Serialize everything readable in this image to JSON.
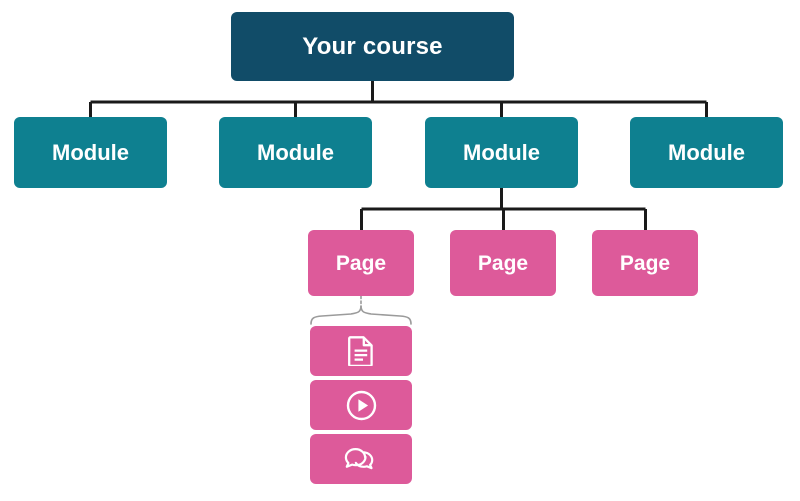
{
  "diagram": {
    "title": "Course structure hierarchy",
    "type": "tree",
    "background_color": "#ffffff",
    "connector_color": "#1A1A1A",
    "levels": [
      {
        "name": "course",
        "color": "#114C68",
        "nodes": [
          {
            "label": "Your course"
          }
        ]
      },
      {
        "name": "modules",
        "color": "#0E8090",
        "nodes": [
          {
            "label": "Module"
          },
          {
            "label": "Module"
          },
          {
            "label": "Module"
          },
          {
            "label": "Module"
          }
        ]
      },
      {
        "name": "pages",
        "color": "#DD5A9A",
        "nodes": [
          {
            "label": "Page"
          },
          {
            "label": "Page"
          },
          {
            "label": "Page"
          }
        ]
      },
      {
        "name": "content_items",
        "color": "#DD5A9A",
        "nodes": [
          {
            "icon": "document-icon",
            "label": ""
          },
          {
            "icon": "play-circle-icon",
            "label": ""
          },
          {
            "icon": "chat-bubbles-icon",
            "label": ""
          }
        ]
      }
    ]
  }
}
